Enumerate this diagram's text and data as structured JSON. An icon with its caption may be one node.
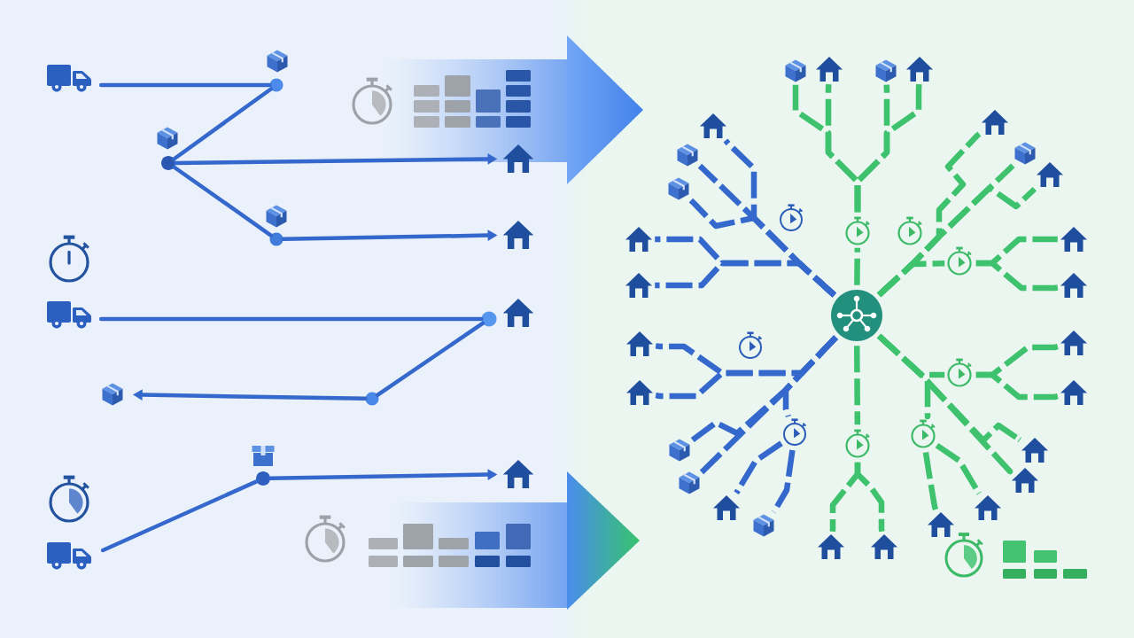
{
  "diagram": {
    "nodes": [
      {
        "text": [],
        "shape": "truck"
      },
      {
        "text": [],
        "shape": "circle"
      },
      {
        "text": [],
        "shape": "circle"
      },
      {
        "text": [],
        "shape": "house"
      },
      {
        "text": [],
        "shape": "circle"
      },
      {
        "text": [],
        "shape": "house"
      },
      {
        "text": [],
        "shape": "truck"
      },
      {
        "text": [],
        "shape": "circle"
      },
      {
        "text": [],
        "shape": "circle"
      },
      {
        "text": [],
        "shape": "package"
      },
      {
        "text": [],
        "shape": "truck"
      },
      {
        "text": [],
        "shape": "circle"
      },
      {
        "text": [],
        "shape": "house"
      },
      {
        "text": [],
        "shape": "circle"
      },
      {
        "text": [],
        "shape": "package"
      },
      {
        "text": [],
        "shape": "house"
      },
      {
        "text": [],
        "shape": "package"
      },
      {
        "text": [],
        "shape": "house"
      },
      {
        "text": [],
        "shape": "house"
      },
      {
        "text": [],
        "shape": "package"
      },
      {
        "text": [],
        "shape": "package"
      },
      {
        "text": [],
        "shape": "house"
      },
      {
        "text": [],
        "shape": "house"
      },
      {
        "text": [],
        "shape": "house"
      },
      {
        "text": [],
        "shape": "package"
      },
      {
        "text": [],
        "shape": "house"
      },
      {
        "text": [],
        "shape": "stopwatch"
      },
      {
        "text": [],
        "shape": "stopwatch"
      },
      {
        "text": [],
        "shape": "house"
      },
      {
        "text": [],
        "shape": "house"
      },
      {
        "text": [],
        "shape": "house"
      },
      {
        "text": [],
        "shape": "house"
      },
      {
        "text": [],
        "shape": "stopwatch"
      },
      {
        "text": [],
        "shape": "package"
      },
      {
        "text": [],
        "shape": "package"
      },
      {
        "text": [],
        "shape": "house"
      },
      {
        "text": [],
        "shape": "package"
      },
      {
        "text": [],
        "shape": "stopwatch"
      },
      {
        "text": [],
        "shape": "house"
      },
      {
        "text": [],
        "shape": "house"
      },
      {
        "text": [],
        "shape": "stopwatch"
      },
      {
        "text": [],
        "shape": "house"
      },
      {
        "text": [],
        "shape": "house"
      },
      {
        "text": [],
        "shape": "house"
      },
      {
        "text": [],
        "shape": "house"
      },
      {
        "text": [],
        "shape": "stopwatch"
      },
      {
        "text": [],
        "shape": "house"
      },
      {
        "text": [],
        "shape": "house"
      }
    ],
    "edges": [
      {
        "from": 0,
        "to": 1,
        "arrow": "none"
      },
      {
        "from": 1,
        "to": 2,
        "arrow": "none"
      },
      {
        "from": 2,
        "to": 3,
        "arrow": "to"
      },
      {
        "from": 2,
        "to": 4,
        "arrow": "none"
      },
      {
        "from": 4,
        "to": 5,
        "arrow": "to"
      },
      {
        "from": 6,
        "to": 7,
        "arrow": "none"
      },
      {
        "from": 7,
        "to": 8,
        "arrow": "none"
      },
      {
        "from": 8,
        "to": 9,
        "arrow": "to"
      },
      {
        "from": 10,
        "to": 11,
        "arrow": "none"
      },
      {
        "from": 11,
        "to": 12,
        "arrow": "to"
      },
      {
        "from": 13,
        "to": 26,
        "arrow": "none",
        "style": "dashed",
        "color": "#3ec26e"
      },
      {
        "from": 26,
        "to": 14,
        "arrow": "none",
        "style": "dashed",
        "color": "#3ec26e"
      },
      {
        "from": 26,
        "to": 15,
        "arrow": "none",
        "style": "dashed",
        "color": "#3ec26e"
      },
      {
        "from": 26,
        "to": 16,
        "arrow": "none",
        "style": "dashed",
        "color": "#3ec26e"
      },
      {
        "from": 26,
        "to": 17,
        "arrow": "none",
        "style": "dashed",
        "color": "#3ec26e"
      },
      {
        "from": 13,
        "to": 18,
        "arrow": "none",
        "style": "dashed"
      },
      {
        "from": 13,
        "to": 19,
        "arrow": "none",
        "style": "dashed"
      },
      {
        "from": 13,
        "to": 20,
        "arrow": "none",
        "style": "dashed"
      },
      {
        "from": 13,
        "to": 21,
        "arrow": "none",
        "style": "dashed"
      },
      {
        "from": 13,
        "to": 22,
        "arrow": "none",
        "style": "dashed"
      },
      {
        "from": 13,
        "to": 23,
        "arrow": "none",
        "style": "dashed",
        "color": "#3ec26e"
      },
      {
        "from": 13,
        "to": 24,
        "arrow": "none",
        "style": "dashed",
        "color": "#3ec26e"
      },
      {
        "from": 13,
        "to": 25,
        "arrow": "none",
        "style": "dashed",
        "color": "#3ec26e"
      },
      {
        "from": 13,
        "to": 27,
        "arrow": "none",
        "style": "dashed",
        "color": "#3ec26e"
      },
      {
        "from": 27,
        "to": 28,
        "arrow": "none",
        "style": "dashed",
        "color": "#3ec26e"
      },
      {
        "from": 27,
        "to": 29,
        "arrow": "none",
        "style": "dashed",
        "color": "#3ec26e"
      },
      {
        "from": 13,
        "to": 30,
        "arrow": "none",
        "style": "dashed"
      },
      {
        "from": 13,
        "to": 31,
        "arrow": "none",
        "style": "dashed"
      },
      {
        "from": 13,
        "to": 32,
        "arrow": "none",
        "style": "dashed"
      },
      {
        "from": 13,
        "to": 33,
        "arrow": "none",
        "style": "dashed"
      },
      {
        "from": 13,
        "to": 34,
        "arrow": "none",
        "style": "dashed"
      },
      {
        "from": 32,
        "to": 35,
        "arrow": "none",
        "style": "dashed"
      },
      {
        "from": 32,
        "to": 36,
        "arrow": "none",
        "style": "dashed"
      },
      {
        "from": 13,
        "to": 37,
        "arrow": "none",
        "style": "dashed",
        "color": "#3ec26e"
      },
      {
        "from": 37,
        "to": 38,
        "arrow": "none",
        "style": "dashed",
        "color": "#3ec26e"
      },
      {
        "from": 37,
        "to": 39,
        "arrow": "none",
        "style": "dashed",
        "color": "#3ec26e"
      },
      {
        "from": 13,
        "to": 40,
        "arrow": "none",
        "style": "dashed",
        "color": "#3ec26e"
      },
      {
        "from": 40,
        "to": 43,
        "arrow": "none",
        "style": "dashed",
        "color": "#3ec26e"
      },
      {
        "from": 40,
        "to": 44,
        "arrow": "none",
        "style": "dashed",
        "color": "#3ec26e"
      },
      {
        "from": 13,
        "to": 41,
        "arrow": "none",
        "style": "dashed",
        "color": "#3ec26e"
      },
      {
        "from": 13,
        "to": 42,
        "arrow": "none",
        "style": "dashed",
        "color": "#3ec26e"
      },
      {
        "from": 13,
        "to": 45,
        "arrow": "none",
        "style": "dashed",
        "color": "#3ec26e"
      },
      {
        "from": 45,
        "to": 46,
        "arrow": "none",
        "style": "dashed",
        "color": "#3ec26e"
      },
      {
        "from": 45,
        "to": 47,
        "arrow": "none",
        "style": "dashed",
        "color": "#3ec26e"
      }
    ]
  }
}
